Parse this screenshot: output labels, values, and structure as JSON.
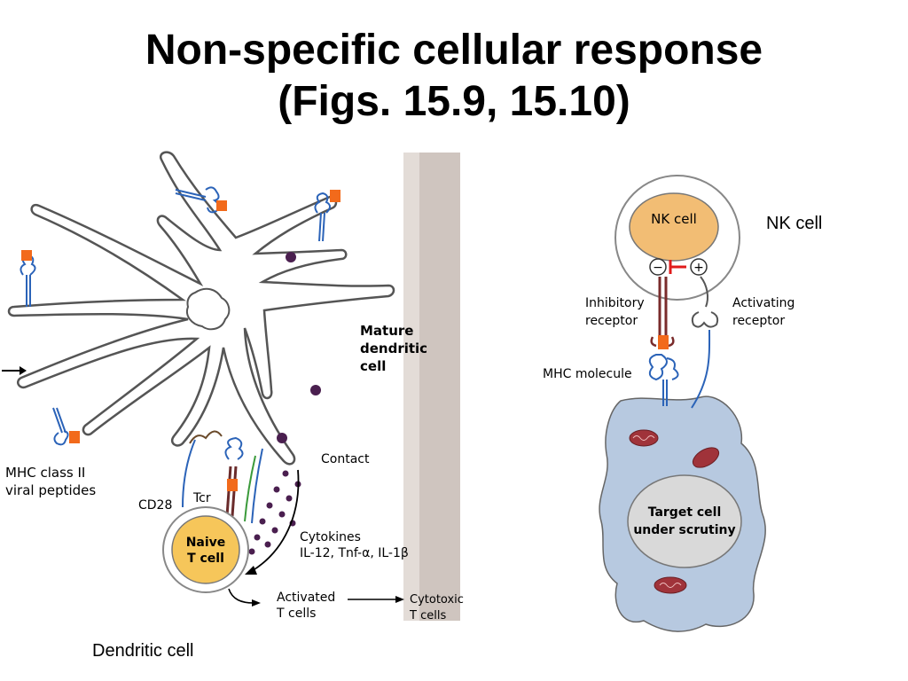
{
  "slide": {
    "title_line1": "Non-specific cellular response",
    "title_line2": "(Figs. 15.9,  15.10)",
    "caption_left": "Dendritic cell",
    "caption_right": "NK cell"
  },
  "dendritic_figure": {
    "mature_label": [
      "Mature",
      "dendritic",
      "cell"
    ],
    "mhc_label": [
      "MHC class II",
      "viral peptides"
    ],
    "contact": "Contact",
    "cd28": "CD28",
    "tcr": "Tcr",
    "naive": [
      "Naive",
      "T cell"
    ],
    "cytokines": [
      "Cytokines",
      "IL-12, Tnf-α, IL-1β"
    ],
    "activated": [
      "Activated",
      "T cells"
    ],
    "cytotoxic": [
      "Cytotoxic",
      "T cells"
    ]
  },
  "nk_figure": {
    "nk_cell": "NK cell",
    "minus": "−",
    "plus": "+",
    "inhibitory": [
      "Inhibitory",
      "receptor"
    ],
    "activating": [
      "Activating",
      "receptor"
    ],
    "mhc_molecule": "MHC molecule",
    "target": [
      "Target cell",
      "under scrutiny"
    ]
  },
  "colors": {
    "cell_outline": "#555555",
    "receptor_blue": "#2b63b8",
    "peptide_orange": "#f26a1b",
    "cell_yellow": "#f6c65a",
    "target_blue": "#b7c9e0",
    "nucleus_gray": "#d9d9d9",
    "mito_red": "#a0333a",
    "inhibit_red": "#e01b1b",
    "dot_purple": "#4a1f4f",
    "page_shadow": "#c9bfb9"
  }
}
